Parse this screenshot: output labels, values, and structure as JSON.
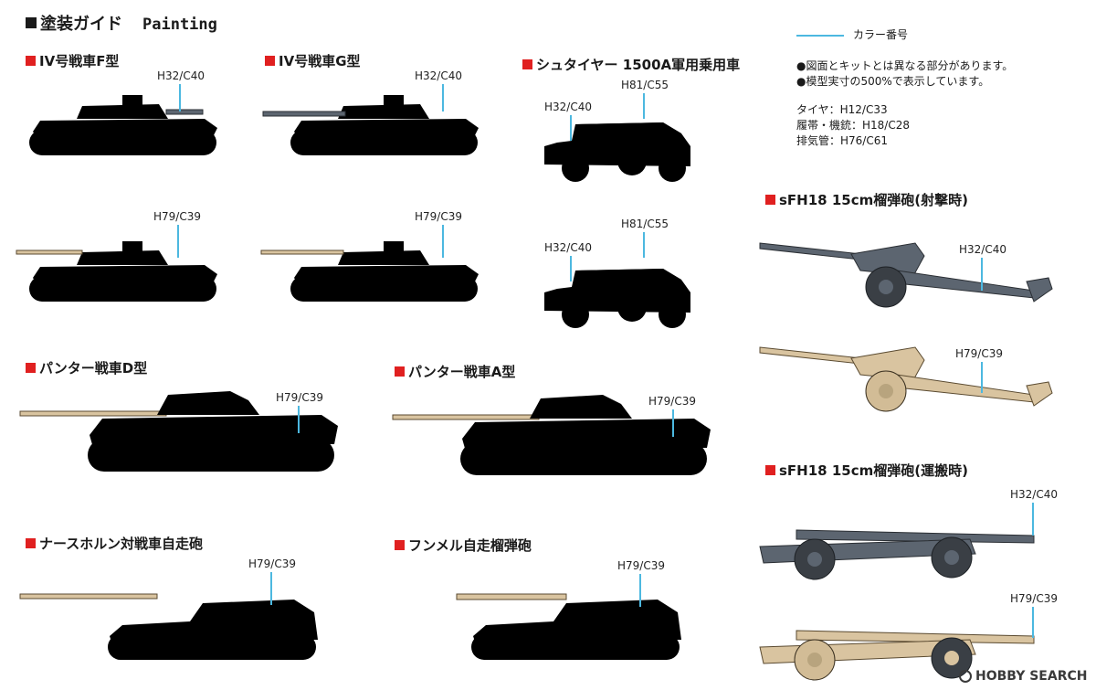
{
  "header": {
    "title_ja": "塗装ガイド",
    "title_en": "Painting"
  },
  "legend": {
    "label": "カラー番号"
  },
  "notes": [
    "●図面とキットとは異なる部分があります。",
    "●模型実寸の500%で表示しています。"
  ],
  "colors": {
    "tire": "タイヤ：H12/C33",
    "track": "履帯・機銃：H18/C28",
    "exhaust": "排気管：H76/C61"
  },
  "palette": {
    "gray": "#5c6570",
    "sand": "#d9c4a0",
    "brown": "#7a5a38",
    "callout": "#4cb8e0",
    "marker": "#e02020"
  },
  "sections": {
    "p4f": {
      "title": "IV号戦車F型",
      "codes": [
        "H32/C40",
        "H79/C39"
      ]
    },
    "p4g": {
      "title": "IV号戦車G型",
      "codes": [
        "H32/C40",
        "H79/C39"
      ]
    },
    "steyr": {
      "title": "シュタイヤー 1500A軍用乗用車",
      "codes": [
        "H32/C40",
        "H81/C55",
        "H32/C40",
        "H81/C55"
      ]
    },
    "sfh_fire": {
      "title": "sFH18 15cm榴弾砲(射撃時)",
      "codes": [
        "H32/C40",
        "H79/C39"
      ]
    },
    "panther_d": {
      "title": "パンター戦車D型",
      "codes": [
        "H79/C39"
      ]
    },
    "panther_a": {
      "title": "パンター戦車A型",
      "codes": [
        "H79/C39"
      ]
    },
    "sfh_tow": {
      "title": "sFH18 15cm榴弾砲(運搬時)",
      "codes": [
        "H32/C40",
        "H79/C39"
      ]
    },
    "nashorn": {
      "title": "ナースホルン対戦車自走砲",
      "codes": [
        "H79/C39"
      ]
    },
    "hummel": {
      "title": "フンメル自走榴弾砲",
      "codes": [
        "H79/C39"
      ]
    }
  },
  "watermark": {
    "text": "HOBBY SEARCH"
  }
}
